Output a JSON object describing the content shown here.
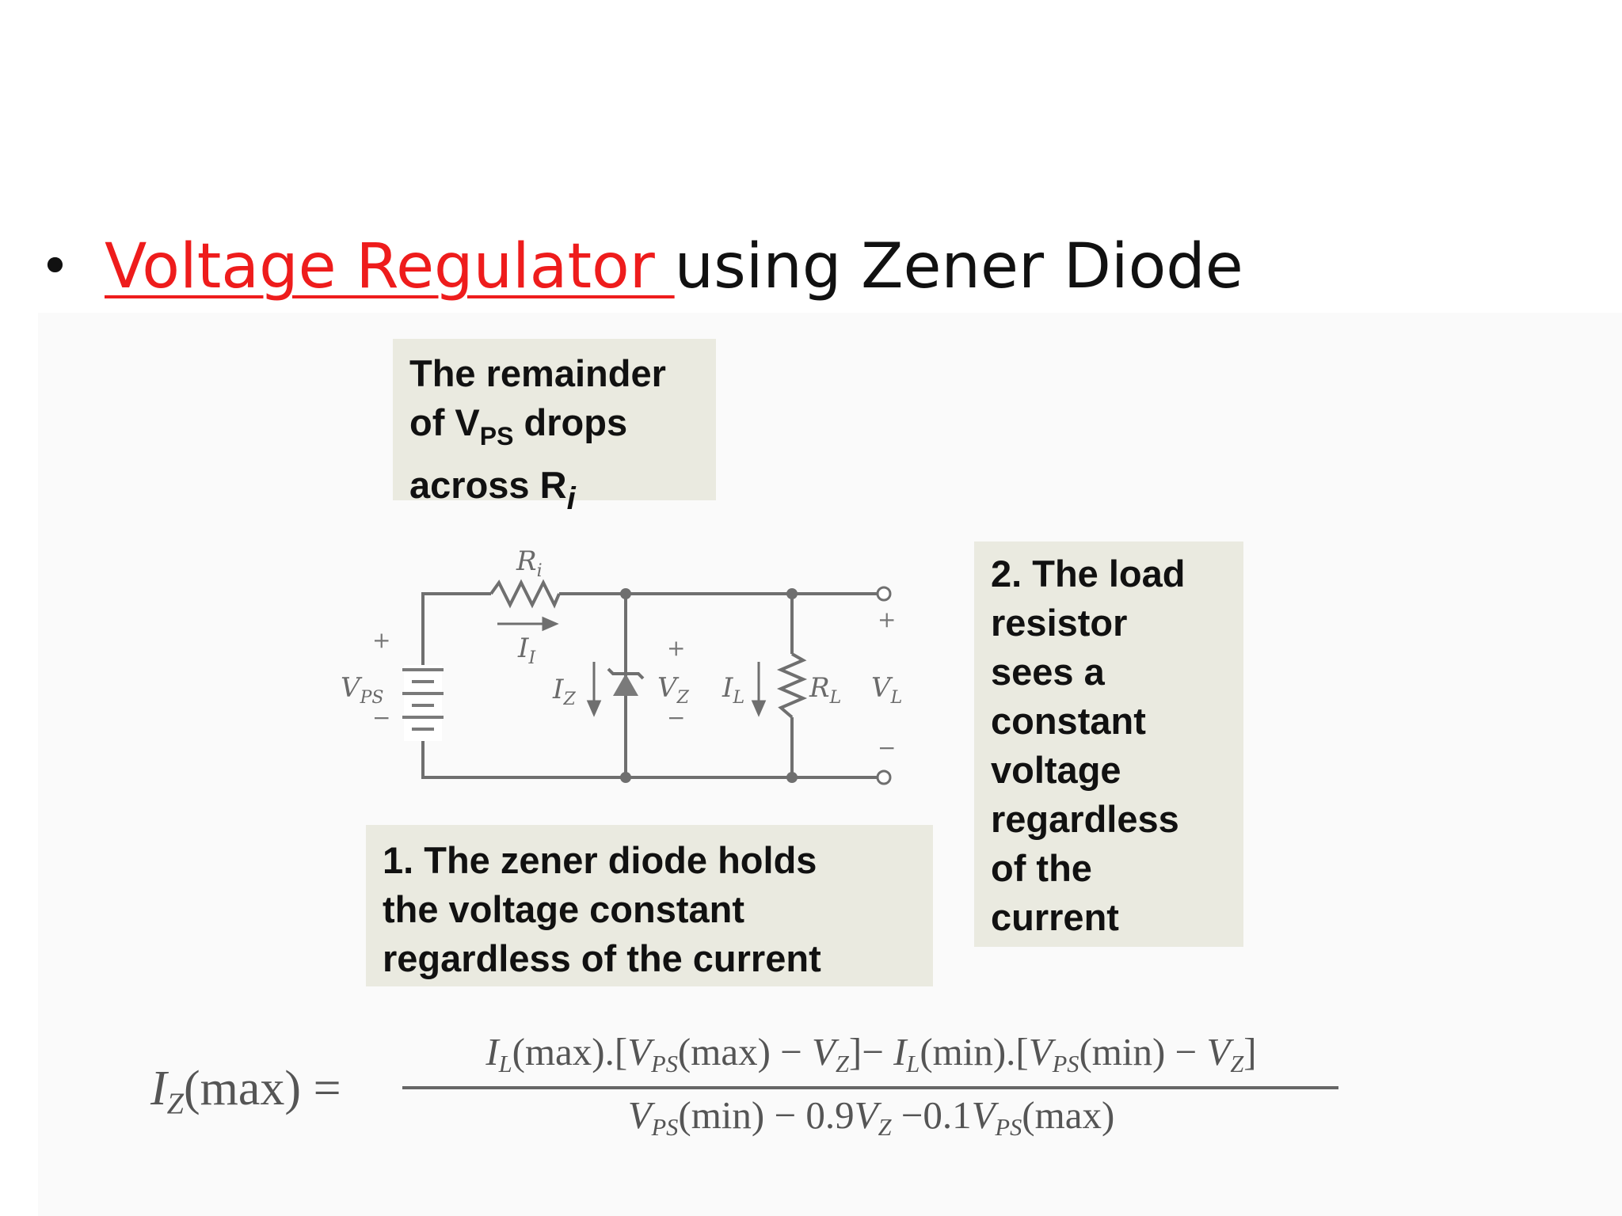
{
  "slide": {
    "bullet": "•",
    "title_highlight": "Voltage Regulator ",
    "title_rest": "using Zener Diode"
  },
  "callouts": {
    "remainder": {
      "line1": "The remainder",
      "line2_pre": "of V",
      "line2_sub": "PS",
      "line2_post": " drops",
      "line3_pre": "across R",
      "line3_sub": "i"
    },
    "zener": {
      "line1": "1. The zener diode holds",
      "line2": "the voltage constant",
      "line3": "regardless of the current"
    },
    "load": {
      "lines": [
        "2. The load",
        "resistor",
        "sees a",
        "constant",
        "voltage",
        "regardless",
        "of the",
        "current"
      ]
    }
  },
  "circuit": {
    "ri_main": "R",
    "ri_sub": "i",
    "ii_main": "I",
    "ii_sub": "I",
    "vps_main": "V",
    "vps_sub": "PS",
    "iz_main": "I",
    "iz_sub": "Z",
    "vz_main": "V",
    "vz_sub": "Z",
    "il_main": "I",
    "il_sub": "L",
    "rl_main": "R",
    "rl_sub": "L",
    "vl_main": "V",
    "vl_sub": "L",
    "plus": "+",
    "minus": "−"
  },
  "formula": {
    "lhs_main": "I",
    "lhs_sub": "Z",
    "lhs_rest": "(max) =",
    "numerator": {
      "t1": "I",
      "s1": "L",
      "t2": "(max).[",
      "t3": "V",
      "s3": "PS",
      "t4": "(max) − ",
      "t5": "V",
      "s5": "Z",
      "t6": "]− ",
      "t7": "I",
      "s7": "L",
      "t8": "(min).[",
      "t9": "V",
      "s9": "PS",
      "t10": "(min) − ",
      "t11": "V",
      "s11": "Z",
      "t12": "]"
    },
    "denominator": {
      "t1": "V",
      "s1": "PS",
      "t2": "(min) − 0.9",
      "t3": "V",
      "s3": "Z",
      "t4": " −0.1",
      "t5": "V",
      "s5": "PS",
      "t6": "(max)"
    }
  }
}
